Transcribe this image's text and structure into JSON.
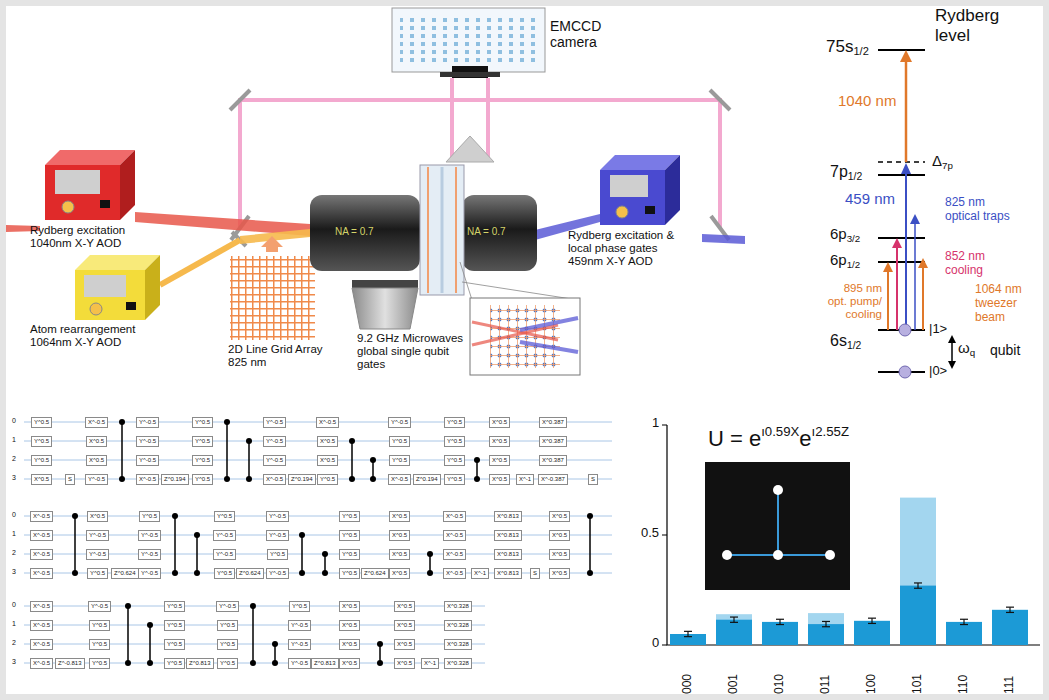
{
  "diagram": {
    "nodes": [
      {
        "text": [
          "Y^0.5"
        ]
      },
      {
        "text": [
          "Y^0.5"
        ]
      },
      {
        "text": [
          "Y^0.5"
        ]
      },
      {
        "text": [
          "X^0.5"
        ]
      },
      {
        "text": [
          "S"
        ]
      },
      {
        "text": [
          "X^-0.5"
        ]
      },
      {
        "text": [
          "X^0.5"
        ]
      },
      {
        "text": [
          "X^0.5"
        ]
      },
      {
        "text": [
          "Y^-0.5"
        ]
      },
      {
        "text": [
          "Y^-0.5"
        ]
      },
      {
        "text": [
          "Y^-0.5"
        ]
      },
      {
        "text": [
          "Y^-0.5"
        ]
      },
      {
        "text": [
          "X^-0.5"
        ]
      },
      {
        "text": [
          "Z^0.194"
        ]
      },
      {
        "text": [
          "Y^0.5"
        ]
      },
      {
        "text": [
          "Y^0.5"
        ]
      },
      {
        "text": [
          "Y^0.5"
        ]
      },
      {
        "text": [
          "Y^0.5"
        ]
      },
      {
        "text": [
          "Y^-0.5"
        ]
      },
      {
        "text": [
          "Y^-0.5"
        ]
      },
      {
        "text": [
          "Y^-0.5"
        ]
      },
      {
        "text": [
          "X^-0.5"
        ]
      },
      {
        "text": [
          "Z^0.194"
        ]
      },
      {
        "text": [
          "X^-0.5"
        ]
      },
      {
        "text": [
          "X^0.5"
        ]
      },
      {
        "text": [
          "X^0.5"
        ]
      },
      {
        "text": [
          "Y^0.5"
        ]
      },
      {
        "text": [
          "Y^-0.5"
        ]
      },
      {
        "text": [
          "Y^0.5"
        ]
      },
      {
        "text": [
          "Y^0.5"
        ]
      },
      {
        "text": [
          "X^-0.5"
        ]
      },
      {
        "text": [
          "Z^0.194"
        ]
      },
      {
        "text": [
          "Y^0.5"
        ]
      },
      {
        "text": [
          "Y^0.5"
        ]
      },
      {
        "text": [
          "Y^0.5"
        ]
      },
      {
        "text": [
          "Y^0.5"
        ]
      },
      {
        "text": [
          "X^0.5"
        ]
      },
      {
        "text": [
          "X^0.5"
        ]
      },
      {
        "text": [
          "X^0.5"
        ]
      },
      {
        "text": [
          "X^0.5"
        ]
      },
      {
        "text": [
          "X^-1"
        ]
      },
      {
        "text": [
          "X^0.387"
        ]
      },
      {
        "text": [
          "X^0.387"
        ]
      },
      {
        "text": [
          "X^0.387"
        ]
      },
      {
        "text": [
          "X^-0.387"
        ]
      },
      {
        "text": [
          "S"
        ]
      },
      {
        "text": [
          "X^-0.5"
        ]
      },
      {
        "text": [
          "X^-0.5"
        ]
      },
      {
        "text": [
          "X^-0.5"
        ]
      },
      {
        "text": [
          "X^-0.5"
        ]
      },
      {
        "text": [
          "X^0.5"
        ]
      },
      {
        "text": [
          "Y^-0.5"
        ]
      },
      {
        "text": [
          "Y^-0.5"
        ]
      },
      {
        "text": [
          "Y^0.5"
        ]
      },
      {
        "text": [
          "Z^0.624"
        ]
      },
      {
        "text": [
          "Y^0.5"
        ]
      },
      {
        "text": [
          "Y^-0.5"
        ]
      },
      {
        "text": [
          "Y^-0.5"
        ]
      },
      {
        "text": [
          "Y^-0.5"
        ]
      },
      {
        "text": [
          "Y^0.5"
        ]
      },
      {
        "text": [
          "Y^-0.5"
        ]
      },
      {
        "text": [
          "Y^-0.5"
        ]
      },
      {
        "text": [
          "Y^0.5"
        ]
      },
      {
        "text": [
          "Z^0.624"
        ]
      },
      {
        "text": [
          "Y^-0.5"
        ]
      },
      {
        "text": [
          "Y^-0.5"
        ]
      },
      {
        "text": [
          "Y^0.5"
        ]
      },
      {
        "text": [
          "Y^-0.5"
        ]
      },
      {
        "text": [
          "Y^0.5"
        ]
      },
      {
        "text": [
          "Y^0.5"
        ]
      },
      {
        "text": [
          "Y^0.5"
        ]
      },
      {
        "text": [
          "Y^0.5"
        ]
      },
      {
        "text": [
          "Z^0.624"
        ]
      },
      {
        "text": [
          "X^0.5"
        ]
      },
      {
        "text": [
          "X^0.5"
        ]
      },
      {
        "text": [
          "X^0.5"
        ]
      },
      {
        "text": [
          "X^0.5"
        ]
      },
      {
        "text": [
          "X^-0.5"
        ]
      },
      {
        "text": [
          "X^-0.5"
        ]
      },
      {
        "text": [
          "X^-0.5"
        ]
      },
      {
        "text": [
          "X^-0.5"
        ]
      },
      {
        "text": [
          "X^-1"
        ]
      },
      {
        "text": [
          "X^0.813"
        ]
      },
      {
        "text": [
          "X^0.813"
        ]
      },
      {
        "text": [
          "X^0.813"
        ]
      },
      {
        "text": [
          "X^0.813"
        ]
      },
      {
        "text": [
          "S"
        ]
      },
      {
        "text": [
          "X^0.5"
        ]
      },
      {
        "text": [
          "X^0.5"
        ]
      },
      {
        "text": [
          "X^0.5"
        ]
      },
      {
        "text": [
          "X^0.5"
        ]
      },
      {
        "text": [
          "X^-0.5"
        ]
      },
      {
        "text": [
          "X^-0.5"
        ]
      },
      {
        "text": [
          "X^-0.5"
        ]
      },
      {
        "text": [
          "X^-0.5"
        ]
      },
      {
        "text": [
          "Z^-0.813"
        ]
      },
      {
        "text": [
          "Y^-0.5"
        ]
      },
      {
        "text": [
          "Y^0.5"
        ]
      },
      {
        "text": [
          "Y^0.5"
        ]
      },
      {
        "text": [
          "Y^0.5"
        ]
      },
      {
        "text": [
          "Y^0.5"
        ]
      },
      {
        "text": [
          "Y^0.5"
        ]
      },
      {
        "text": [
          "Y^0.5"
        ]
      },
      {
        "text": [
          "Y^0.5"
        ]
      },
      {
        "text": [
          "Z^0.813"
        ]
      },
      {
        "text": [
          "Y^-0.5"
        ]
      },
      {
        "text": [
          "Y^0.5"
        ]
      },
      {
        "text": [
          "Y^0.5"
        ]
      },
      {
        "text": [
          "Y^0.5"
        ]
      },
      {
        "text": [
          "Y^0.5"
        ]
      },
      {
        "text": [
          "Y^-0.5"
        ]
      },
      {
        "text": [
          "Y^-0.5"
        ]
      },
      {
        "text": [
          "Y^-0.5"
        ]
      },
      {
        "text": [
          "Z^0.813"
        ]
      },
      {
        "text": [
          "X^0.5"
        ]
      },
      {
        "text": [
          "X^0.5"
        ]
      },
      {
        "text": [
          "X^0.5"
        ]
      },
      {
        "text": [
          "X^0.5"
        ]
      },
      {
        "text": [
          "X^0.5"
        ]
      },
      {
        "text": [
          "X^0.5"
        ]
      },
      {
        "text": [
          "X^0.5"
        ]
      },
      {
        "text": [
          "X^0.5"
        ]
      },
      {
        "text": [
          "X^-1"
        ]
      },
      {
        "text": [
          "X^0.328"
        ]
      },
      {
        "text": [
          "X^0.328"
        ]
      },
      {
        "text": [
          "X^0.328"
        ]
      },
      {
        "text": [
          "X^0.328"
        ]
      }
    ],
    "labels": [
      "EMCCD camera",
      "Rydberg excitation 1040nm X-Y AOD",
      "Atom rearrangement 1064nm X-Y AOD",
      "2D Line Grid Array 825 nm",
      "NA = 0.7",
      "NA = 0.7",
      "9.2 GHz Microwaves global single qubit gates",
      "Rydberg excitation & local phase gates 459nm X-Y AOD",
      "75s",
      "1/2",
      "Rydberg level",
      "1040 nm",
      "Δ",
      "7p",
      "7p",
      "1/2",
      "459 nm",
      "825 nm optical traps",
      "6p",
      "3/2",
      "6p",
      "1/2",
      "852 nm cooling",
      "895 nm opt. pump/ cooling",
      "1064 nm tweezer beam",
      "|1>",
      "6s",
      "1/2",
      "ω",
      "q",
      "qubit",
      "|0>",
      "U = e",
      "ı0.59X",
      "e",
      "ı2.55Z",
      "1",
      "0.5",
      "0",
      "000",
      "001",
      "010",
      "011",
      "100",
      "101",
      "110",
      "111",
      "0",
      "1",
      "2",
      "3",
      "0",
      "1",
      "2",
      "3",
      "0",
      "1",
      "2",
      "3"
    ]
  }
}
